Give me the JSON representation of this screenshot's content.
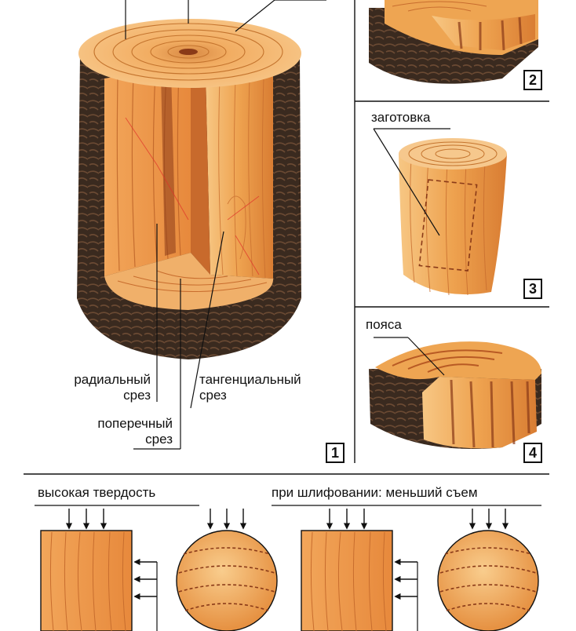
{
  "panel1": {
    "label_radial": [
      "радиальный",
      "срез"
    ],
    "label_tangential": [
      "тангенциальный",
      "срез"
    ],
    "label_cross": [
      "поперечный",
      "срез"
    ],
    "number": "1"
  },
  "panel2": {
    "number": "2"
  },
  "panel3": {
    "label": "заготовка",
    "number": "3"
  },
  "panel4": {
    "label": "пояса",
    "number": "4"
  },
  "bottom": {
    "left_caption": "высокая твердость",
    "right_caption": "при шлифовании: меньший съем"
  },
  "colors": {
    "wood_light": "#f4b566",
    "wood_mid": "#e8913d",
    "wood_dark": "#c8652a",
    "bark": "#3a2a1f",
    "grain": "#a5461f",
    "annotation": "#e0302a"
  }
}
